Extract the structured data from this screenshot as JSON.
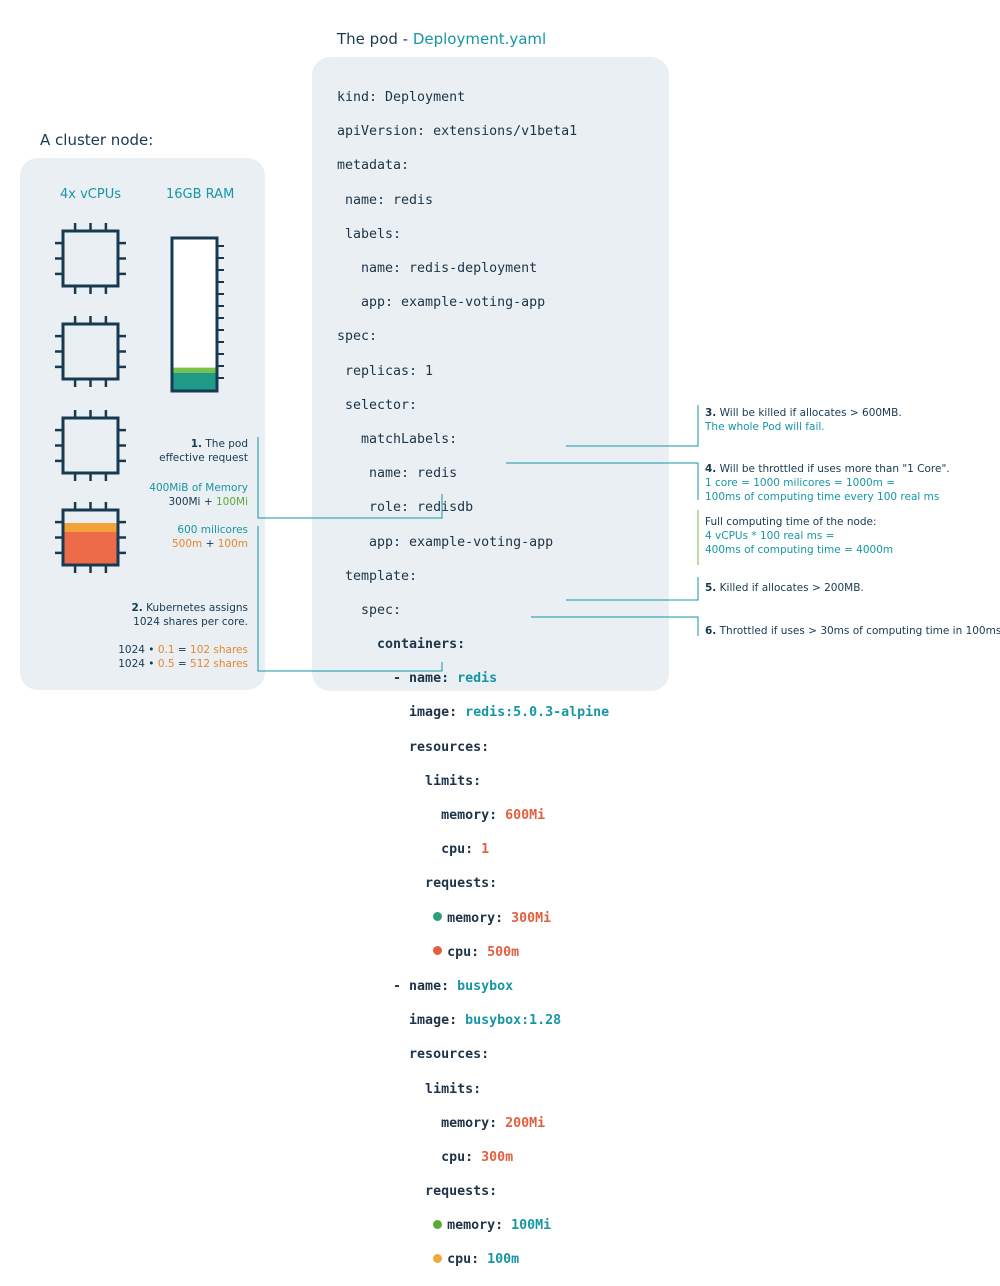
{
  "pod_title": {
    "prefix": "The pod - ",
    "file": "Deployment.yaml"
  },
  "node_title": "A cluster node:",
  "node": {
    "cpu_header": "4x vCPUs",
    "ram_header": "16GB RAM",
    "ram_used_fraction": 0.12,
    "cpu_used_fraction": 0.6
  },
  "annotations": {
    "n1_num": "1.",
    "n1_l1": "The pod",
    "n1_l2": "effective request",
    "mem_title": "400MiB of Memory",
    "mem_a": "300Mi",
    "mem_plus": " + ",
    "mem_b": "100Mi",
    "cpu_title": "600 milicores",
    "cpu_a": "500m",
    "cpu_plus": " + ",
    "cpu_b": "100m",
    "n2_num": "2.",
    "n2_l1": "Kubernetes assigns",
    "n2_l2": "1024 shares per core.",
    "s1_a": "1024 • ",
    "s1_b": "0.1",
    "s1_c": " = ",
    "s1_d": "102 shares",
    "s2_a": "1024 • ",
    "s2_b": "0.5",
    "s2_c": " = ",
    "s2_d": "512 shares",
    "n3_num": "3.",
    "n3_l1": "Will be killed if allocates > 600MB.",
    "n3_l2": "The whole Pod will fail.",
    "n4_num": "4.",
    "n4_l1": "Will be throttled if uses more than \"1 Core\".",
    "n4_l2": "1 core = 1000 milicores = 1000m =",
    "n4_l3": "100ms of computing time every 100 real ms",
    "full_l1": "Full computing time of the node:",
    "full_l2": "4 vCPUs * 100 real ms =",
    "full_l3": "400ms of computing time = 4000m",
    "n5_num": "5.",
    "n5_l1": "Killed if allocates > 200MB.",
    "n6_num": "6.",
    "n6_l1": "Throttled if uses > 30ms of computing time in 100ms"
  },
  "yaml": {
    "l1": "kind: Deployment",
    "l2": "apiVersion: extensions/v1beta1",
    "l3": "metadata:",
    "l4": " name: redis",
    "l5": " labels:",
    "l6": "   name: redis-deployment",
    "l7": "   app: example-voting-app",
    "l8": "spec:",
    "l9": " replicas: 1",
    "l10": " selector:",
    "l11": "   matchLabels:",
    "l12": "    name: redis",
    "l13": "    role: redisdb",
    "l14": "    app: example-voting-app",
    "l15": " template:",
    "l16": "   spec:",
    "l17": "     containers:",
    "l18_k": "       - name: ",
    "l18_v": "redis",
    "l19_k": "         image: ",
    "l19_v": "redis:5.0.3-alpine",
    "l20": "         resources:",
    "l21": "           limits:",
    "l22_k": "             memory: ",
    "l22_v": "600Mi",
    "l23_k": "             cpu: ",
    "l23_v": "1",
    "l24": "           requests:",
    "l25_k": "memory: ",
    "l25_v": "300Mi",
    "l26_k": "cpu: ",
    "l26_v": "500m",
    "l27_k": "       - name: ",
    "l27_v": "busybox",
    "l28_k": "         image: ",
    "l28_v": "busybox:1.28",
    "l29": "         resources:",
    "l30": "           limits:",
    "l31_k": "             memory: ",
    "l31_v": "200Mi",
    "l32_k": "             cpu: ",
    "l32_v": "300m",
    "l33": "           requests:",
    "l34_k": "memory: ",
    "l34_v": "100Mi",
    "l35_k": "cpu: ",
    "l35_v": "100m"
  },
  "colors": {
    "teal": "#1796a5",
    "orange": "#e9872a",
    "red_orange": "#e2603f",
    "green": "#5aaa3a",
    "navy": "#173a52",
    "panel": "#e9eff3"
  }
}
